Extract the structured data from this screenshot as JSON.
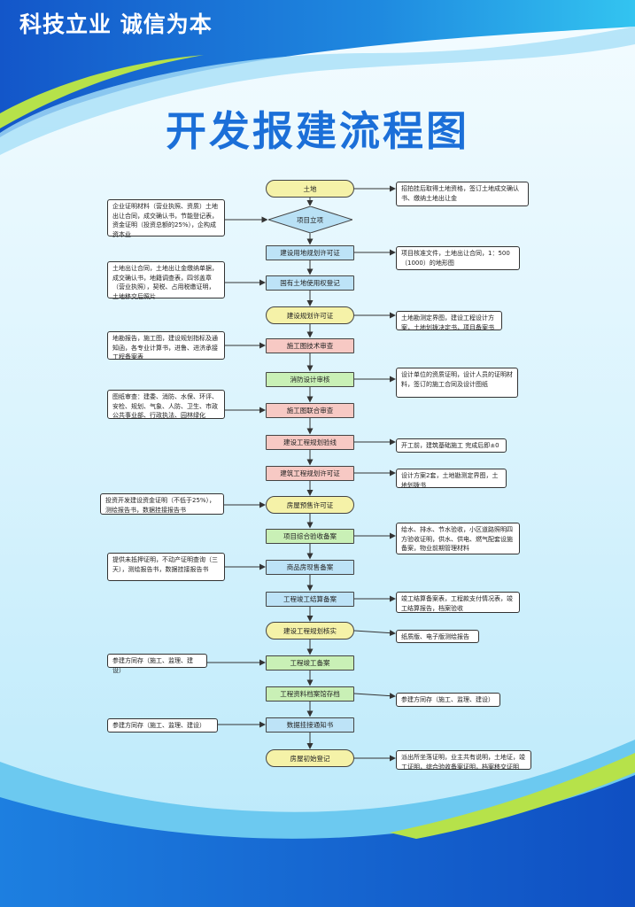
{
  "header": {
    "slogan": "科技立业  诚信为本",
    "title": "开发报建流程图"
  },
  "colors": {
    "yellow": "#f5f2a8",
    "blue": "#bde3f7",
    "green": "#c9f0b6",
    "pink": "#f7c9c4",
    "diamond": "#b9e1f5"
  },
  "nodes": [
    {
      "id": "n1",
      "label": "土地",
      "shape": "pill",
      "color": "yellow"
    },
    {
      "id": "n2",
      "label": "项目立项",
      "shape": "diamond",
      "color": "diamond"
    },
    {
      "id": "n3",
      "label": "建设用地规划许可证",
      "shape": "rect",
      "color": "blue"
    },
    {
      "id": "n4",
      "label": "国有土地使用权登记",
      "shape": "rect",
      "color": "blue"
    },
    {
      "id": "n5",
      "label": "建设规划许可证",
      "shape": "pill",
      "color": "yellow"
    },
    {
      "id": "n6",
      "label": "施工图技术审查",
      "shape": "rect",
      "color": "pink"
    },
    {
      "id": "n7",
      "label": "消防设计审核",
      "shape": "rect",
      "color": "green"
    },
    {
      "id": "n8",
      "label": "施工图联合审查",
      "shape": "rect",
      "color": "pink"
    },
    {
      "id": "n9",
      "label": "建设工程规划验线",
      "shape": "rect",
      "color": "pink"
    },
    {
      "id": "n10",
      "label": "建筑工程规划许可证",
      "shape": "rect",
      "color": "pink"
    },
    {
      "id": "n11",
      "label": "房屋预售许可证",
      "shape": "pill",
      "color": "yellow"
    },
    {
      "id": "n12",
      "label": "项目综合验收备案",
      "shape": "rect",
      "color": "green"
    },
    {
      "id": "n13",
      "label": "商品房现售备案",
      "shape": "rect",
      "color": "blue"
    },
    {
      "id": "n14",
      "label": "工程竣工结算备案",
      "shape": "rect",
      "color": "blue"
    },
    {
      "id": "n15",
      "label": "建设工程规划核实",
      "shape": "pill",
      "color": "yellow"
    },
    {
      "id": "n16",
      "label": "工程竣工备案",
      "shape": "rect",
      "color": "green"
    },
    {
      "id": "n17",
      "label": "工程资料档案馆存档",
      "shape": "rect",
      "color": "green"
    },
    {
      "id": "n18",
      "label": "数据挂接通知书",
      "shape": "rect",
      "color": "blue"
    },
    {
      "id": "n19",
      "label": "房屋初始登记",
      "shape": "pill",
      "color": "yellow"
    }
  ],
  "notes": [
    {
      "id": "r1",
      "side": "right",
      "target": "n1",
      "text": "招拍挂后取得土地资格，签订土地成交确认书、缴纳土地出让金"
    },
    {
      "id": "l1",
      "side": "left",
      "target": "n2",
      "text": "企业证明材料（营业执照、资质）土地出让合同，成交确认书，节能登记表，资金证明（投资总额的25%），企构成资本业"
    },
    {
      "id": "r2",
      "side": "right",
      "target": "n3",
      "text": "项目核准文件，土地出让合同，1：500（1000）的地形图"
    },
    {
      "id": "l2",
      "side": "left",
      "target": "n4",
      "text": "土地出让合同，土地出让金缴纳单据，成交确认书，地籍调查表，四邻盖章（营业执照），契税、占用税缴证明，土地移交后照片"
    },
    {
      "id": "r3",
      "side": "right",
      "target": "n5",
      "text": "土地勘测定界图，建设工程设计方案，土地划拨决定书，项目备案书"
    },
    {
      "id": "l3",
      "side": "left",
      "target": "n6",
      "text": "地勘报告，施工图，建设规划指标及通知函，各专业计算书，进鲁、进济承接工程备案表"
    },
    {
      "id": "r4",
      "side": "right",
      "target": "n7",
      "text": "设计单位的资质证明，设计人员的证明材料，签订的施工合同及设计图纸"
    },
    {
      "id": "l4",
      "side": "left",
      "target": "n8",
      "text": "图纸审查：建委、消防、水保、环评、安检、规划、气象、人防、卫生、市政公共事业部、行政执法、园林绿化"
    },
    {
      "id": "r5",
      "side": "right",
      "target": "n9",
      "text": "开工前，建筑基础施工 完成后即±0"
    },
    {
      "id": "r6",
      "side": "right",
      "target": "n10",
      "text": "设计方案2套，土地勘测定界图，土地划拨书"
    },
    {
      "id": "l5",
      "side": "left",
      "target": "n11",
      "text": "投资开发建设资金证明（不低于25%），测绘报告书，数据挂接报告书"
    },
    {
      "id": "r7",
      "side": "right",
      "target": "n12",
      "text": "给水、排水、节水验收，小区道路照明四方验收证明，供水、供电、燃气配套设施备案，物业前期管理材料"
    },
    {
      "id": "l6",
      "side": "left",
      "target": "n13",
      "text": "提供未抵押证明，不动产证明查询（三天），测绘报告书，数据挂接报告书"
    },
    {
      "id": "r8",
      "side": "right",
      "target": "n14",
      "text": "竣工结算备案表，工程款支付情况表，竣工结算报告，档案验收"
    },
    {
      "id": "r9",
      "side": "right",
      "target": "n15",
      "text": "纸质版、电子版测绘报告"
    },
    {
      "id": "l7",
      "side": "left",
      "target": "n16",
      "text": "参建方同存（施工、监理、建设）"
    },
    {
      "id": "r10",
      "side": "right",
      "target": "n17",
      "text": "参建方同存（施工、监理、建设）"
    },
    {
      "id": "l8",
      "side": "left",
      "target": "n18",
      "text": "参建方同存（施工、监理、建设）"
    },
    {
      "id": "r11",
      "side": "right",
      "target": "n19",
      "text": "派出所坐落证明，业主共有说明，土地证，竣工证明，综合验收备案证明，档案移交证明"
    }
  ]
}
